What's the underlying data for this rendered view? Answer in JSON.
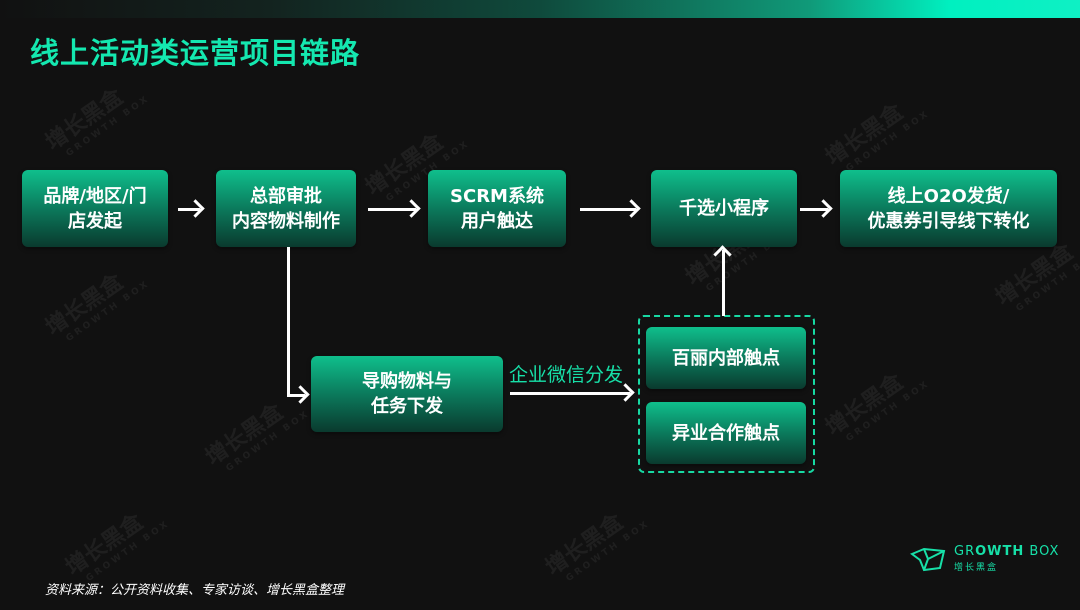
{
  "header": {
    "title": "线上活动类运营项目链路"
  },
  "watermark": {
    "cn": "增长黑盒",
    "en": "GROWTH BOX"
  },
  "flow": {
    "nodes": [
      {
        "id": "n1",
        "line1": "品牌/地区/门",
        "line2": "店发起"
      },
      {
        "id": "n2",
        "line1": "总部审批",
        "line2": "内容物料制作"
      },
      {
        "id": "n3",
        "line1": "SCRM系统",
        "line2": "用户触达"
      },
      {
        "id": "n4",
        "line1": "千选小程序",
        "line2": ""
      },
      {
        "id": "n5",
        "line1": "线上O2O发货/",
        "line2": "优惠券引导线下转化"
      },
      {
        "id": "n6",
        "line1": "导购物料与",
        "line2": "任务下发"
      },
      {
        "id": "n7",
        "line1": "百丽内部触点",
        "line2": ""
      },
      {
        "id": "n8",
        "line1": "异业合作触点",
        "line2": ""
      }
    ],
    "edge_label": "企业微信分发"
  },
  "footer": {
    "source": "资料来源：公开资料收集、专家访谈、增长黑盒整理",
    "logo_en_light": "GR",
    "logo_en_bold": "OWTH",
    "logo_en_tail": " BOX",
    "logo_cn": "增长黑盒"
  },
  "colors": {
    "accent": "#14e8b0",
    "background": "#111111",
    "box_top": "#0fbf8c",
    "box_bottom": "#0a3a2e"
  }
}
